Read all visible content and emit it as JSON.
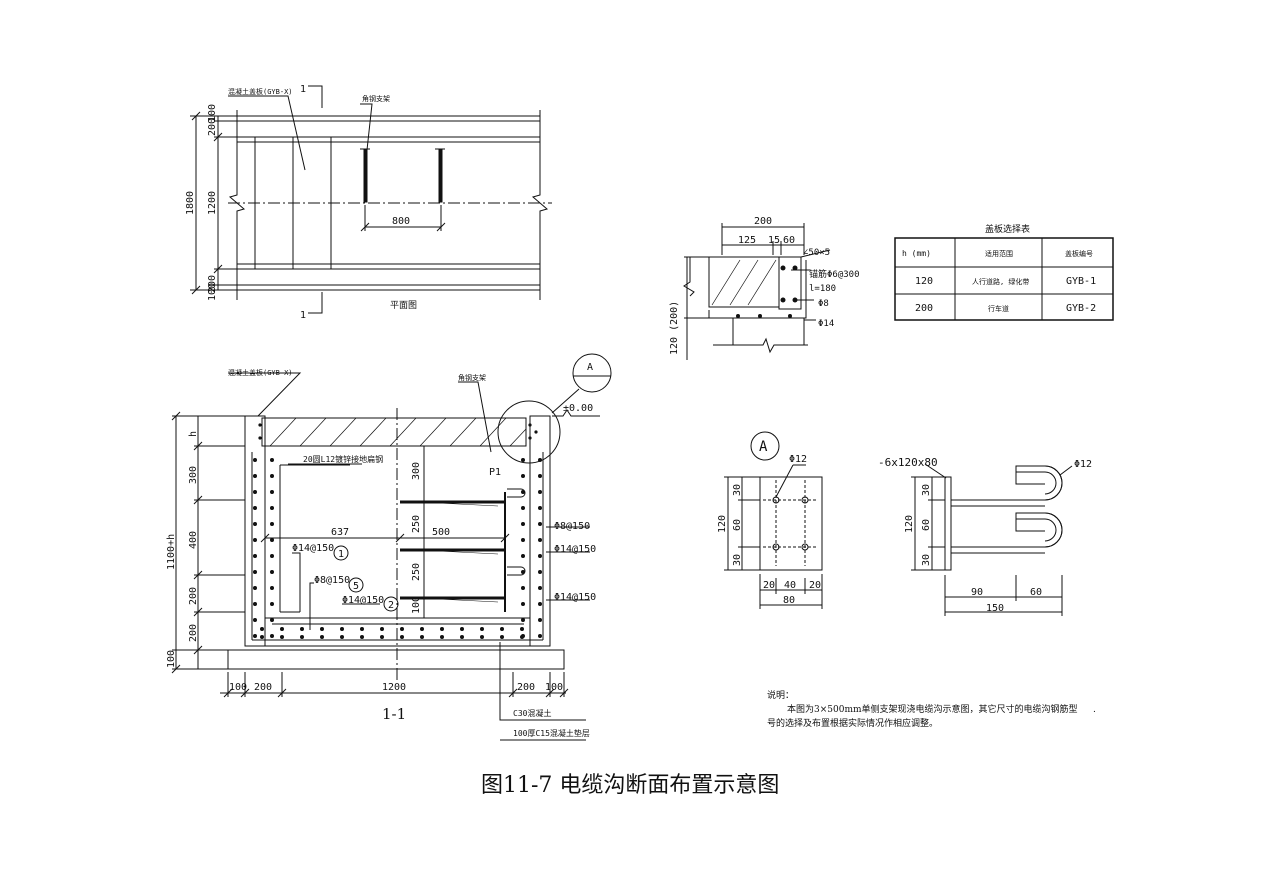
{
  "caption": "图11-7   电缆沟断面布置示意图",
  "plan": {
    "label": "平面图",
    "cover_label": "混凝土盖板(GYB-X)",
    "bracket_label": "角钢支架",
    "section_mark": "1",
    "dim_total": "1800",
    "dim_mid": "1200",
    "dim_top": "100",
    "dim_top2": "200",
    "dim_bot": "200",
    "dim_bot2": "100",
    "spacing": "800"
  },
  "section": {
    "label": "1-1",
    "cover_label": "混凝土盖板(GYB-X)",
    "bracket_label": "角钢支架",
    "detail_ref": "A",
    "elev": "±0.00",
    "dim_total": "1100+h",
    "dim_h": "h",
    "dims_left": [
      "300",
      "400",
      "200",
      "200",
      "100"
    ],
    "dims_inner": [
      "300",
      "250",
      "250",
      "100"
    ],
    "dim_637": "637",
    "dim_500": "500",
    "bottom_dims": [
      "100",
      "200",
      "1200",
      "200",
      "100"
    ],
    "rebar_top": "20圆L12镀锌接地扁钢",
    "p1": "P1",
    "rebars": [
      "Φ14@150",
      "Φ8@150",
      "Φ14@150",
      "Φ8@150",
      "Φ14@150",
      "Φ14@150"
    ],
    "marks": [
      "1",
      "5",
      "2"
    ],
    "concrete": "C30混凝土",
    "bedding": "100厚C15混凝土垫层"
  },
  "cover_detail": {
    "dims": [
      "200",
      "125",
      "15",
      "60",
      "∠50×5"
    ],
    "rebar1": "锚筋Φ6@300",
    "rebar1b": "l=180",
    "rebar2": "Φ8",
    "rebar3": "Φ14",
    "height": "120 (200)"
  },
  "table": {
    "title": "盖板选择表",
    "headers": [
      "h (mm)",
      "适用范围",
      "盖板编号"
    ],
    "rows": [
      [
        "120",
        "人行道路, 绿化带",
        "GYB-1"
      ],
      [
        "200",
        "行车道",
        "GYB-2"
      ]
    ]
  },
  "detail_a": {
    "ref": "A",
    "bolt": "Φ12",
    "dims_v": [
      "30",
      "60",
      "30"
    ],
    "dim_total_v": "120",
    "dims_h": [
      "20",
      "40",
      "20"
    ],
    "dim_total_h": "80"
  },
  "anchor": {
    "plate": "-6x120x80",
    "bolt": "Φ12",
    "dims_v": [
      "30",
      "60",
      "30"
    ],
    "dim_total_v": "120",
    "dims_h": [
      "90",
      "60"
    ],
    "dim_total_h": "150"
  },
  "notes": {
    "title": "说明：",
    "line1": "本图为3×500mm单侧支架现浇电缆沟示意图，其它尺寸的电缆沟钢筋型",
    "line2": "号的选择及布置根据实际情况作相应调整。",
    "dot": "."
  }
}
